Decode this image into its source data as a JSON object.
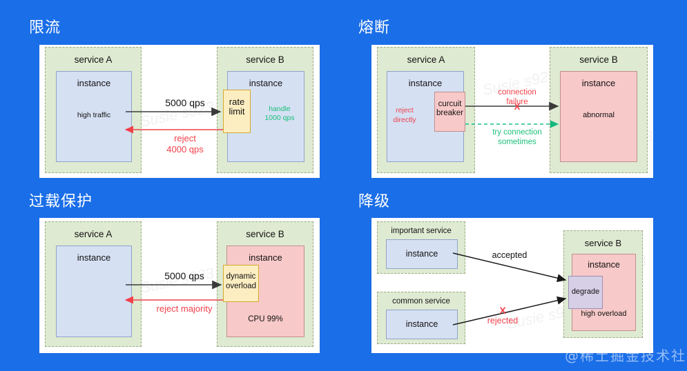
{
  "meta": {
    "background_color": "#1a6ee8",
    "card_color": "#ffffff",
    "service_box_color": "#dfead2",
    "instance_blue": "#d5e0f3",
    "instance_red": "#f8c9c9",
    "accent_yellow": "#fdeec2",
    "accent_purple": "#d6cfe6",
    "red_text": "#f0414a",
    "green_text": "#1bbf7a",
    "watermark": "@稀土掘金技术社区",
    "faint_watermark": "Susie s923"
  },
  "panels": [
    {
      "id": "rate-limiting",
      "title": "限流",
      "left_service": {
        "label": "service A",
        "instance_title": "instance",
        "instance_note": "high traffic"
      },
      "right_service": {
        "label": "service B",
        "instance_title": "instance",
        "gate_label_line1": "rate",
        "gate_label_line2": "limit",
        "handle_line1": "handle",
        "handle_line2": "1000 qps"
      },
      "arrows": {
        "request_label": "5000 qps",
        "reject_line1": "reject",
        "reject_line2": "4000 qps"
      }
    },
    {
      "id": "circuit-breaking",
      "title": "熔断",
      "left_service": {
        "label": "service A",
        "instance_title": "instance",
        "instance_note_line1": "reject",
        "instance_note_line2": "directly",
        "breaker_line1": "curcuit",
        "breaker_line2": "breaker"
      },
      "right_service": {
        "label": "service B",
        "instance_title": "instance",
        "instance_note": "abnormal"
      },
      "arrows": {
        "fail_line1": "connection",
        "fail_line2": "failure",
        "fail_mark": "X",
        "retry_line1": "try connection",
        "retry_line2": "sometimes"
      }
    },
    {
      "id": "overload-protection",
      "title": "过载保护",
      "left_service": {
        "label": "service A",
        "instance_title": "instance"
      },
      "right_service": {
        "label": "service B",
        "instance_title": "instance",
        "gate_line1": "dynamic",
        "gate_line2": "overload",
        "cpu_note": "CPU 99%"
      },
      "arrows": {
        "request_label": "5000 qps",
        "reject_label": "reject majority"
      }
    },
    {
      "id": "degradation",
      "title": "降级",
      "important_service": {
        "label": "important service",
        "instance_title": "instance"
      },
      "common_service": {
        "label": "common service",
        "instance_title": "instance"
      },
      "right_service": {
        "label": "service B",
        "instance_title": "instance",
        "degrade_label": "degrade",
        "overload_note": "high overload"
      },
      "arrows": {
        "accepted_label": "accepted",
        "rejected_mark": "X",
        "rejected_label": "rejected"
      }
    }
  ]
}
